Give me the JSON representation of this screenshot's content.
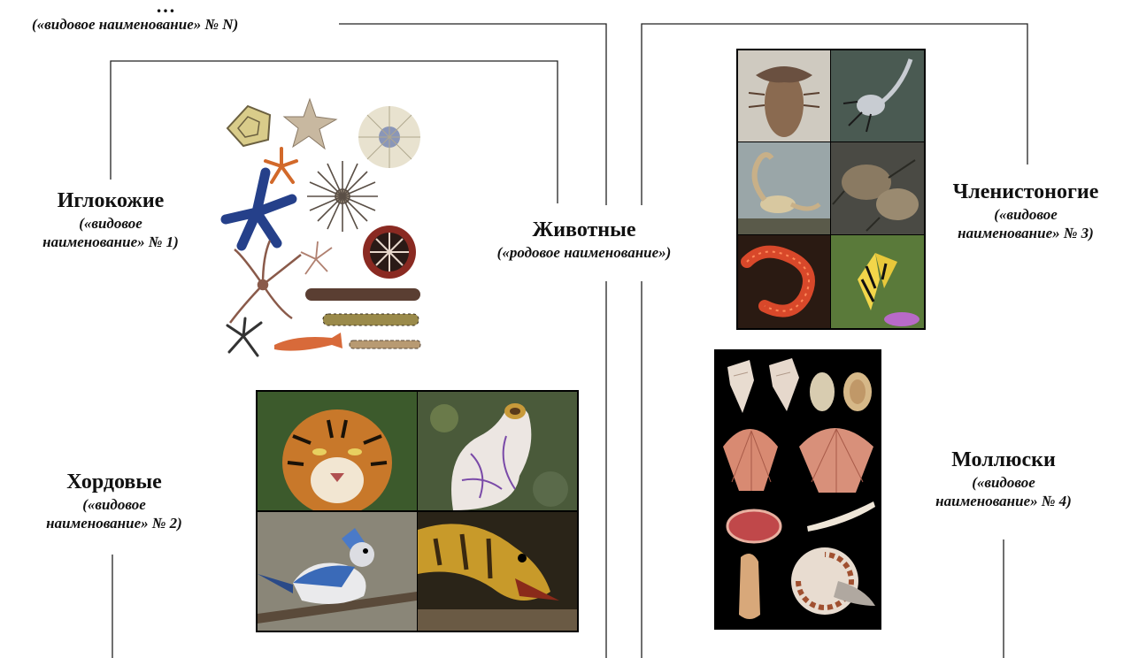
{
  "top": {
    "ellipsis": "…",
    "label": "(«видовое наименование» № N)"
  },
  "center": {
    "title": "Животные",
    "subtitle": "(«родовое наименование»)"
  },
  "groups": {
    "echinoderms": {
      "title": "Иглокожие",
      "sub1": "(«видовое",
      "sub2": "наименование» № 1)"
    },
    "chordates": {
      "title": "Хордовые",
      "sub1": "(«видовое",
      "sub2": "наименование» № 2)"
    },
    "arthropods": {
      "title": "Членистоногие",
      "sub1": "(«видовое",
      "sub2": "наименование» № 3)"
    },
    "mollusks": {
      "title": "Моллюски",
      "sub1": "(«видовое",
      "sub2": "наименование» № 4)"
    }
  },
  "images": {
    "echinoderms": "echinoderm-collage",
    "chordates": [
      "tiger",
      "sea-squirt",
      "blue-jay",
      "moray-eel"
    ],
    "arthropods": [
      "trilobite",
      "sea-scorpion",
      "scorpion",
      "crabs",
      "centipede",
      "swallowtail-butterfly"
    ],
    "mollusks": "shell-collage"
  }
}
